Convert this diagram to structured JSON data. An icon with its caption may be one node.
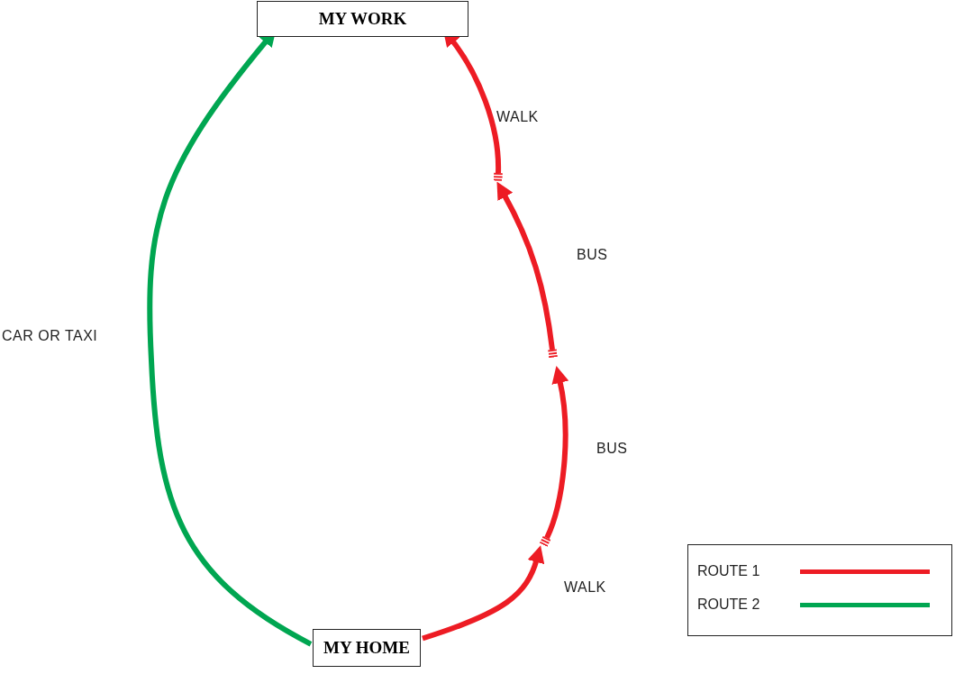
{
  "diagram": {
    "nodes": [
      {
        "text": [
          "MY WORK"
        ]
      },
      {
        "text": [
          "MY HOME"
        ]
      }
    ],
    "edges": [
      {
        "from": 1,
        "to": 0,
        "arrow": "to",
        "label": "CAR OR TAXI",
        "color": "#00a651"
      },
      {
        "from": 1,
        "to": null,
        "arrow": "to",
        "label": "WALK"
      },
      {
        "from": null,
        "to": 0,
        "arrow": "to",
        "label": "WALK"
      }
    ],
    "labels": [
      "BUS",
      "BUS"
    ],
    "legend": [
      {
        "text": "ROUTE 1",
        "color": "#ed1c24"
      },
      {
        "text": "ROUTE 2",
        "color": "#00a651"
      }
    ]
  }
}
